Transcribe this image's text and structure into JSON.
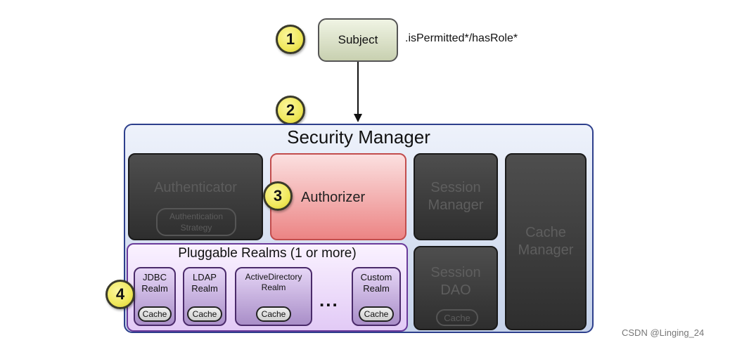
{
  "diagram": {
    "subject": {
      "label": "Subject",
      "call": ".isPermitted*/hasRole*"
    },
    "steps": [
      "1",
      "2",
      "3",
      "4"
    ],
    "security_manager": {
      "title": "Security Manager",
      "authenticator": {
        "label": "Authenticator",
        "strategy": "Authentication Strategy"
      },
      "authorizer": {
        "label": "Authorizer"
      },
      "session_manager": {
        "label": "Session Manager"
      },
      "cache_manager": {
        "label": "Cache Manager"
      },
      "session_dao": {
        "label": "Session DAO",
        "cache": "Cache"
      },
      "realms": {
        "title": "Pluggable Realms (1 or more)",
        "items": [
          {
            "label": "JDBC Realm",
            "cache": "Cache"
          },
          {
            "label": "LDAP Realm",
            "cache": "Cache"
          },
          {
            "label": "ActiveDirectory Realm",
            "cache": "Cache"
          },
          {
            "label": "Custom Realm",
            "cache": "Cache"
          }
        ],
        "ellipsis": "..."
      }
    }
  },
  "watermark": "CSDN @Linging_24"
}
